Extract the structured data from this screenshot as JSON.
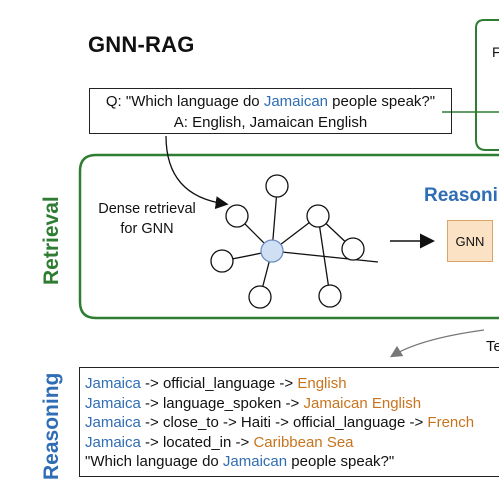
{
  "title": "GNN-RAG",
  "qa": {
    "question_prefix": "Q: \"Which language do ",
    "question_entity": "Jamaican",
    "question_suffix": " people speak?\"",
    "answer": "A: English, Jamaican English"
  },
  "retrieval": {
    "section_label": "Retrieval",
    "dense_label_line1": "Dense retrieval",
    "dense_label_line2": "for GNN"
  },
  "reasoning": {
    "header": "Reasoning",
    "gnn_label": "GNN",
    "section_label": "Reasoning",
    "te_label": "Te",
    "corner_label": "F"
  },
  "paths": [
    {
      "entity": "Jamaica",
      "middle": " -> official_language -> ",
      "answer": "English"
    },
    {
      "entity": "Jamaica",
      "middle": " -> language_spoken -> ",
      "answer": "Jamaican English"
    },
    {
      "entity": "Jamaica",
      "middle": " -> close_to -> Haiti -> official_language -> ",
      "answer": "French"
    },
    {
      "entity": "Jamaica",
      "middle": " -> located_in -> ",
      "answer": "Caribbean Sea"
    }
  ],
  "final_question": {
    "prefix": "\"Which language do ",
    "entity": "Jamaican",
    "suffix": " people speak?\""
  },
  "colors": {
    "green": "#2e7d32",
    "blue": "#2f6db5",
    "orange": "#c8741e",
    "gnn_fill": "#fbe2c4",
    "center_node_fill": "#cfe0f5"
  }
}
